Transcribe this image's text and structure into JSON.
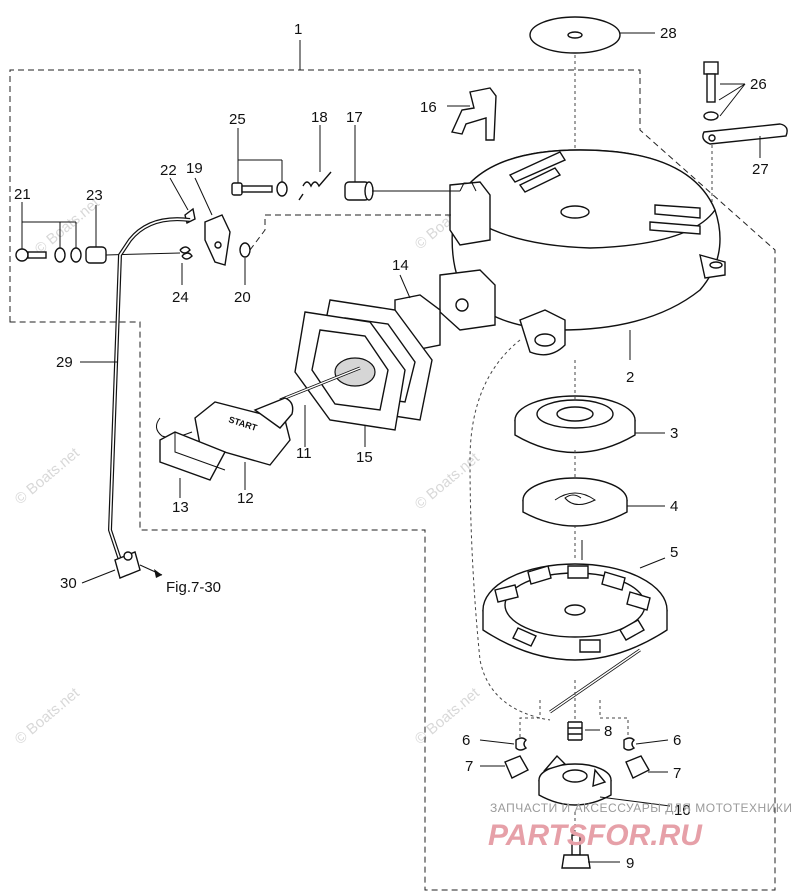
{
  "diagram": {
    "callouts": [
      "1",
      "2",
      "3",
      "4",
      "5",
      "6",
      "7",
      "8",
      "9",
      "10",
      "11",
      "12",
      "13",
      "14",
      "15",
      "16",
      "17",
      "18",
      "19",
      "20",
      "21",
      "22",
      "23",
      "24",
      "25",
      "26",
      "27",
      "28",
      "29",
      "30"
    ],
    "reference": "Fig.7-30",
    "handle_text": "START",
    "watermark": "© Boats.net",
    "brand_tagline": "ЗАПЧАСТИ И АКСЕССУАРЫ ДЛЯ МОТОТЕХНИКИ",
    "brand_name": "PARTSFOR.RU"
  }
}
